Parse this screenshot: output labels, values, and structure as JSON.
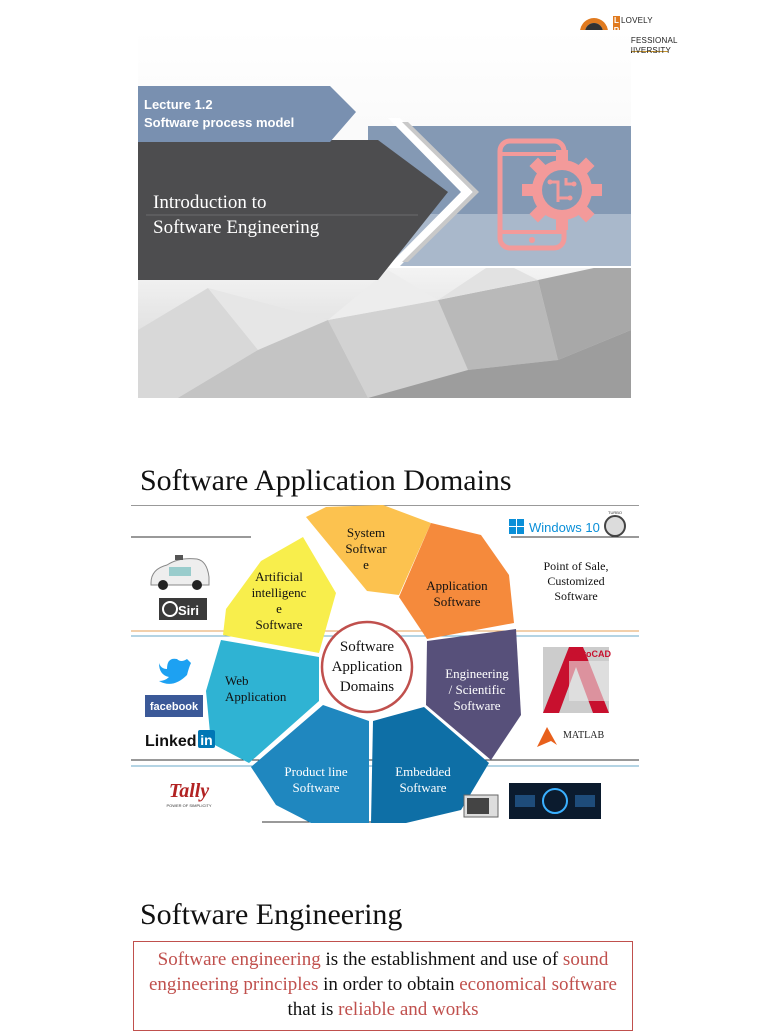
{
  "logo": {
    "lines": [
      "LOVELY",
      "PROFESSIONAL",
      "UNIVERSITY"
    ],
    "brand_color": "#e07a1f"
  },
  "slide1": {
    "lecture_line1": "Lecture 1.2",
    "lecture_line2": "Software process model",
    "title_line1": "Introduction to",
    "title_line2": "Software Engineering",
    "icon": "phone-gear-icon",
    "colors": {
      "dark": "#4d4d4f",
      "blue": "#8499b4",
      "tab": "#7990b0",
      "pink": "#f39a9a"
    }
  },
  "slide2": {
    "title": "Software Application Domains",
    "center_label": [
      "Software",
      "Application",
      "Domains"
    ],
    "segments": [
      {
        "label": [
          "System",
          "Softwar",
          "e"
        ],
        "color": "#fcc24f"
      },
      {
        "label": [
          "Application",
          "Software"
        ],
        "color": "#f58a3c"
      },
      {
        "label": [
          "Engineering",
          "/ Scientific",
          "Software"
        ],
        "color": "#57507a"
      },
      {
        "label": [
          "Embedded",
          "Software"
        ],
        "color": "#0e6fa6"
      },
      {
        "label": [
          "Product line",
          "Software"
        ],
        "color": "#1f87bf"
      },
      {
        "label": [
          "Web",
          "Application"
        ],
        "color": "#2fb3d3"
      },
      {
        "label": [
          "Artificial",
          "intelligenc",
          "e",
          "Software"
        ],
        "color": "#f8ee4c"
      }
    ],
    "side_text": [
      "Point of Sale,",
      "Customized",
      "Software"
    ],
    "logos": {
      "windows": "Windows 10",
      "turbo": "TURBO",
      "siri": "Siri",
      "facebook": "facebook",
      "linkedin_a": "Linked",
      "linkedin_b": "in",
      "autocad": "AutoCAD",
      "matlab": "MATLAB",
      "tally": "Tally",
      "tally_tag": "POWER OF SIMPLICITY"
    }
  },
  "slide3": {
    "title": "Software Engineering",
    "def_parts": [
      {
        "text": "Software engineering",
        "hl": true
      },
      {
        "text": " is the establishment and use of ",
        "hl": false
      },
      {
        "text": "sound engineering principles",
        "hl": true
      },
      {
        "text": " in order to obtain ",
        "hl": false
      },
      {
        "text": "economical software",
        "hl": true
      },
      {
        "text": "  that is ",
        "hl": false
      },
      {
        "text": "reliable and works",
        "hl": true
      }
    ]
  }
}
